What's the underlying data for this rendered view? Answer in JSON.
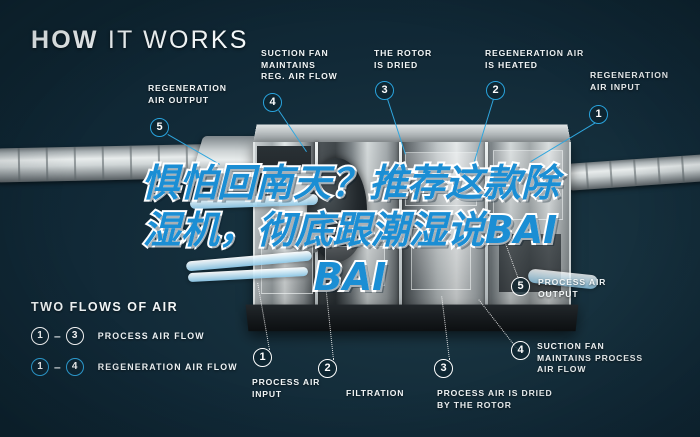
{
  "title": {
    "bold": "HOW",
    "light": "IT WORKS"
  },
  "callouts": [
    {
      "num": "5",
      "label": "REGENERATION\nAIR OUTPUT",
      "style": "cyan"
    },
    {
      "num": "4",
      "label": "SUCTION FAN\nMAINTAINS\nREG. AIR FLOW",
      "style": "cyan"
    },
    {
      "num": "3",
      "label": "THE ROTOR\nIS DRIED",
      "style": "cyan"
    },
    {
      "num": "2",
      "label": "REGENERATION AIR\nIS HEATED",
      "style": "cyan"
    },
    {
      "num": "1",
      "label": "REGENERATION\nAIR INPUT",
      "style": "cyan"
    },
    {
      "num": "1",
      "label": "PROCESS AIR\nINPUT",
      "style": "white"
    },
    {
      "num": "2",
      "label": "FILTRATION",
      "style": "white"
    },
    {
      "num": "3",
      "label": "PROCESS AIR IS DRIED\nBY THE ROTOR",
      "style": "white"
    },
    {
      "num": "4",
      "label": "SUCTION FAN\nMAINTAINS PROCESS\nAIR FLOW",
      "style": "white"
    },
    {
      "num": "5",
      "label": "PROCESS AIR\nOUTPUT",
      "style": "white"
    }
  ],
  "labels": {
    "regeneration_air_output": "REGENERATION\nAIR OUTPUT",
    "suction_fan_reg": "SUCTION FAN\nMAINTAINS\nREG. AIR FLOW",
    "rotor_dried": "THE ROTOR\nIS DRIED",
    "regeneration_heated": "REGENERATION AIR\nIS HEATED",
    "regeneration_air_input": "REGENERATION\nAIR INPUT",
    "process_air_input": "PROCESS AIR\nINPUT",
    "filtration": "FILTRATION",
    "process_dried_rotor": "PROCESS AIR IS DRIED\nBY THE ROTOR",
    "suction_fan_process": "SUCTION FAN\nMAINTAINS PROCESS\nAIR FLOW",
    "process_air_output": "PROCESS AIR\nOUTPUT"
  },
  "legend": {
    "heading": "TWO FLOWS OF AIR",
    "rows": [
      {
        "from": "1",
        "dash": "–",
        "to": "3",
        "text": "PROCESS AIR FLOW",
        "style": "white"
      },
      {
        "from": "1",
        "dash": "–",
        "to": "4",
        "text": "REGENERATION AIR FLOW",
        "style": "cyan"
      }
    ]
  },
  "overlay": {
    "line1": "惧怕回南天？推荐这款除",
    "line2": "湿机，彻底跟潮湿说BAI",
    "line3": "BAI"
  },
  "colors": {
    "background_dark": "#122b38",
    "background_navy": "#1c3040",
    "accent_cyan": "#2fa6de",
    "overlay_fill": "#1b8ed4",
    "overlay_stroke": "#ffffff",
    "text_white": "#f2f6f7"
  }
}
